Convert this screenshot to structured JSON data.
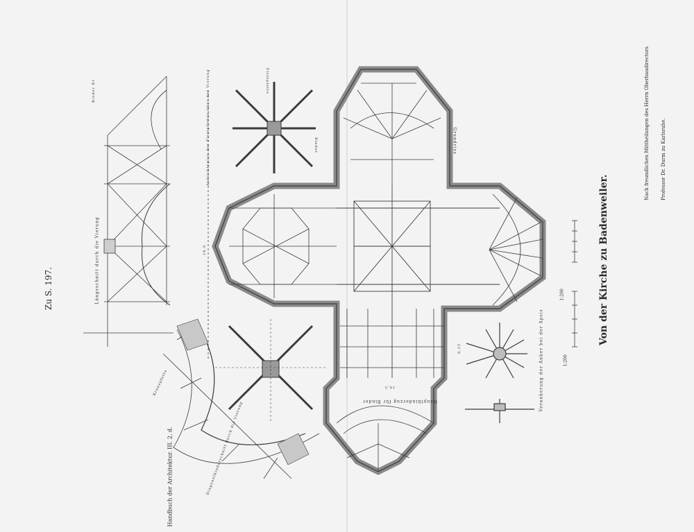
{
  "plate_ref": "Zu S. 197.",
  "title": "Von der Kirche zu Badenweiler.",
  "footer_left": "Handbuch der Architektur. III. 2, d.",
  "credit_line1": "Nach freundlichen Mittheilungen des Herrn Oberbaudirectors",
  "credit_line2": "Professor Dr. Durm zu Karlsruhe.",
  "scale_top": "1:200",
  "scale_bottom": "1:200",
  "labels": {
    "longitudinal": "Längsschnitt durch die Vierung",
    "grundriss": "Grundriss",
    "apse_tie": "Verankerung der Anker bei der Apsis",
    "main_girder": "Hauptbinderzug für Binder",
    "diagonal_binder": "Diagonalbinderschnitt durch die Vierung",
    "crossing_plan": "Aufsichtsplan der Firstpfetten über der Vierung",
    "binder_b1": "Binder B1",
    "firstpfette": "Firstpfette",
    "binder": "Binder",
    "kranz": "Kranzpfette",
    "dim_a": "18,0",
    "dim_b": "9,25",
    "dim_c": "10,5"
  }
}
